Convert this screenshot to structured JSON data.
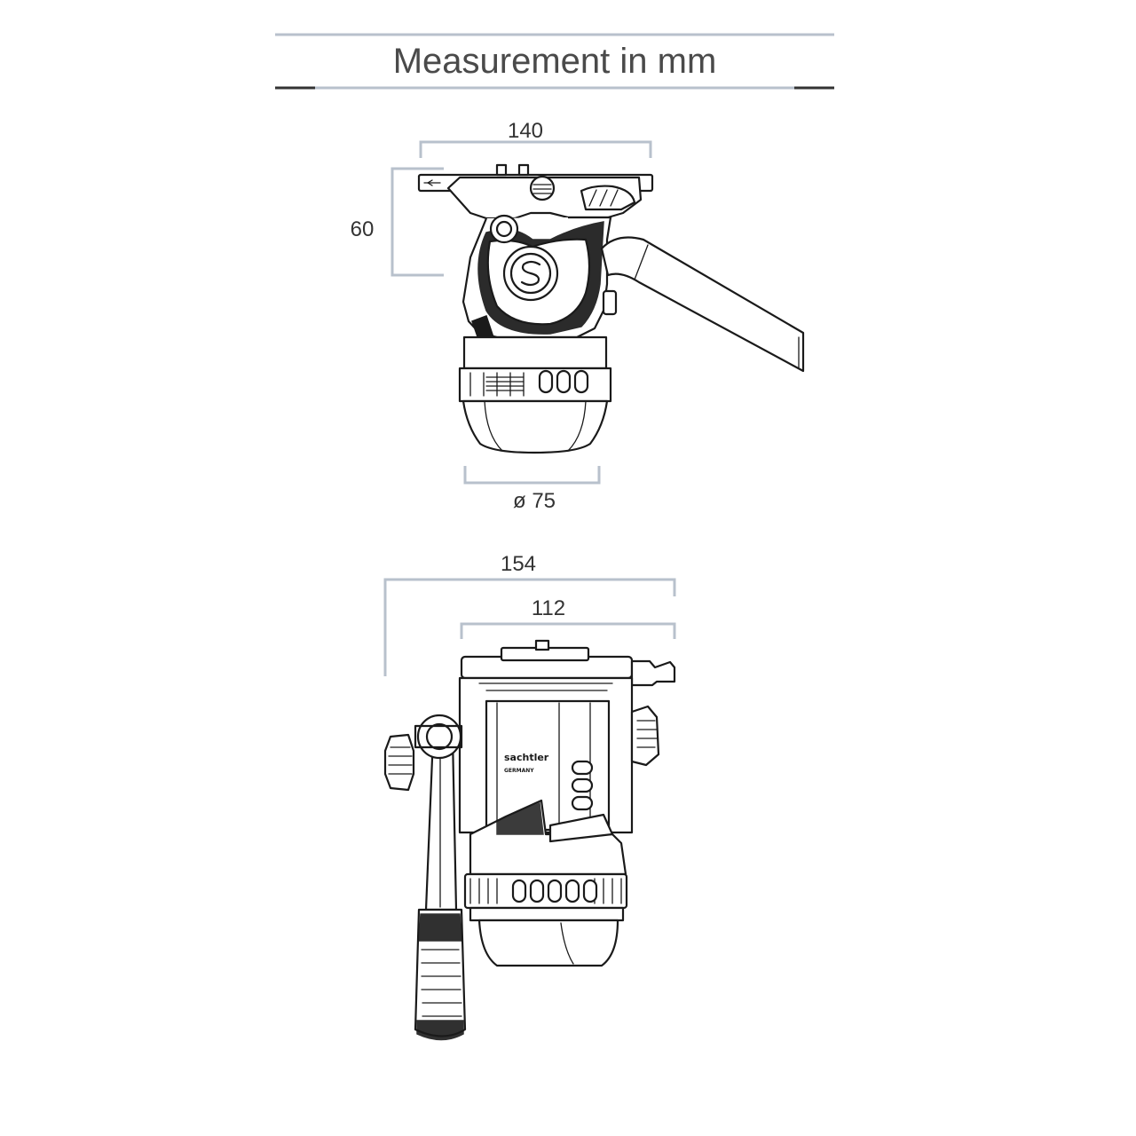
{
  "title": "Measurement in mm",
  "colors": {
    "dimension_line": "#b8c1cc",
    "title_rule": "#b8c1cc",
    "text": "#333333",
    "outline": "#1a1a1a"
  },
  "side_view": {
    "width": "140",
    "height": "60",
    "base_diameter": "ø 75"
  },
  "front_view": {
    "overall_width": "154",
    "body_width": "112",
    "brand_text": "sachtler",
    "brand_subtext": "GERMANY"
  }
}
